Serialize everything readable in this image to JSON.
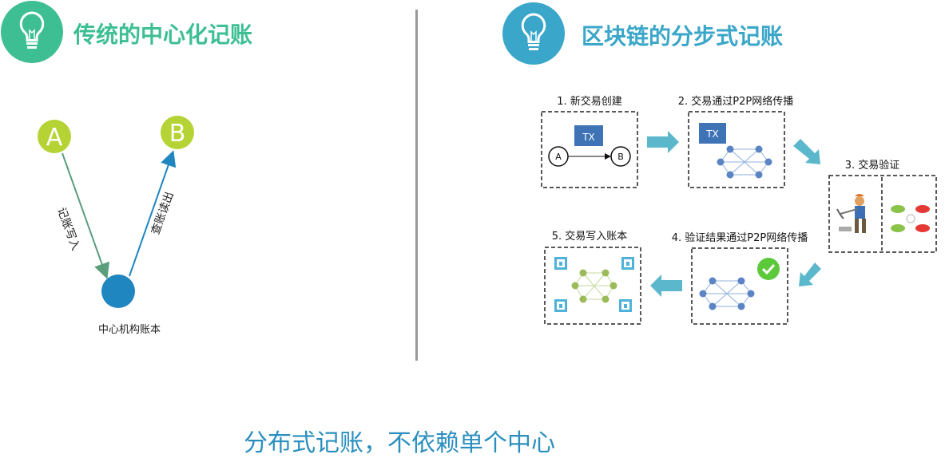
{
  "left": {
    "title": "传统的中心化记账",
    "node_a": "A",
    "node_b": "B",
    "edge_write": "记账写入",
    "edge_read": "查账读出",
    "center_label": "中心机构账本"
  },
  "right": {
    "title": "区块链的分步式记账",
    "steps": [
      {
        "label": "1. 新交易创建"
      },
      {
        "label": "2. 交易通过P2P网络传播"
      },
      {
        "label": "3. 交易验证"
      },
      {
        "label": "4. 验证结果通过P2P网络传播"
      },
      {
        "label": "5. 交易写入账本"
      }
    ],
    "tx_label": "TX",
    "node_a": "A",
    "node_b": "B"
  },
  "footer": "分布式记账，不依赖单个中心",
  "colors": {
    "green_title": "#3dbf93",
    "blue_title": "#3aa6c9",
    "node_green": "#b5d334",
    "center_blue": "#1f86bf",
    "arrow_teal": "#5bb8cc",
    "net_blue": "#5b84c4",
    "net_green": "#9bbb59",
    "tx_box": "#3e73b6",
    "divider": "#999999"
  }
}
